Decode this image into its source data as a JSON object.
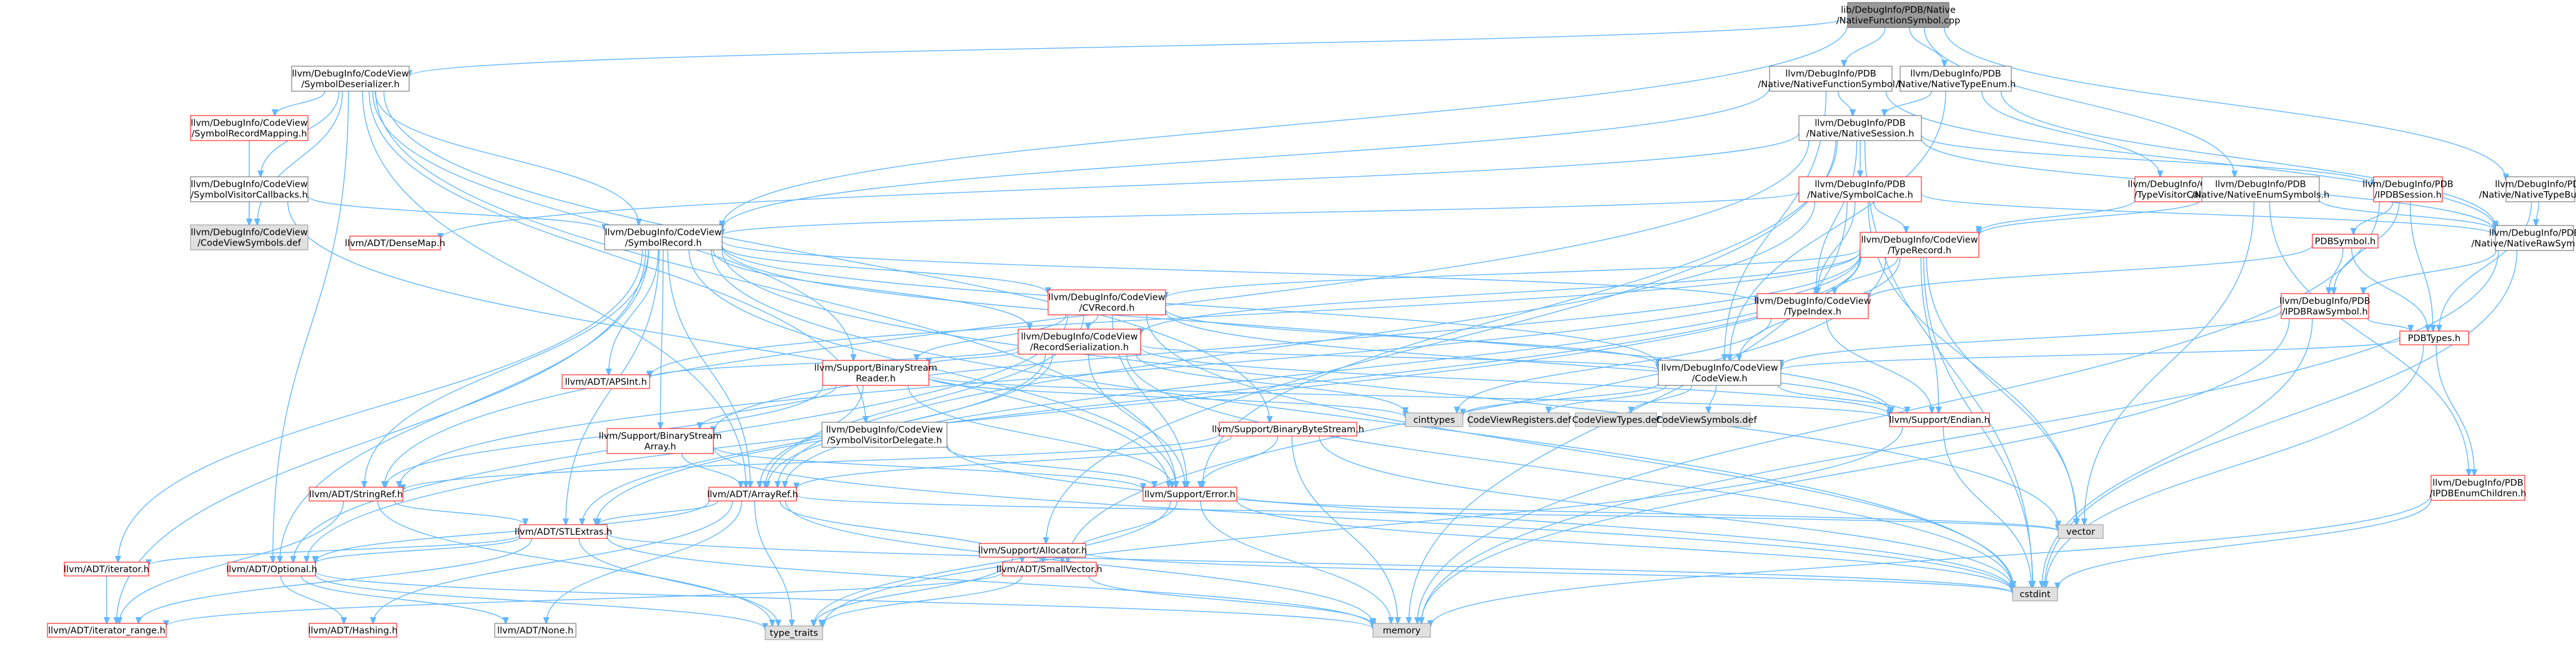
{
  "graph": {
    "root": "N0",
    "nodes": [
      {
        "id": "N0",
        "lines": [
          "lib/DebugInfo/PDB/Native",
          "/NativeFunctionSymbol.cpp"
        ],
        "style": "root"
      },
      {
        "id": "N1",
        "lines": [
          "llvm/DebugInfo/CodeView",
          "/SymbolDeserializer.h"
        ],
        "style": "normal"
      },
      {
        "id": "N2",
        "lines": [
          "llvm/DebugInfo/PDB",
          "/Native/NativeFunctionSymbol.h"
        ],
        "style": "normal"
      },
      {
        "id": "N3",
        "lines": [
          "llvm/DebugInfo/PDB",
          "/Native/NativeTypeEnum.h"
        ],
        "style": "normal"
      },
      {
        "id": "N4",
        "lines": [
          "llvm/DebugInfo/CodeView",
          "/SymbolRecordMapping.h"
        ],
        "style": "red"
      },
      {
        "id": "N5",
        "lines": [
          "llvm/DebugInfo/CodeView",
          "/SymbolVisitorCallbacks.h"
        ],
        "style": "normal"
      },
      {
        "id": "N6",
        "lines": [
          "llvm/DebugInfo/CodeView",
          "/CodeViewSymbols.def"
        ],
        "style": "grey"
      },
      {
        "id": "N7",
        "lines": [
          "llvm/DebugInfo/PDB",
          "/Native/NativeSession.h"
        ],
        "style": "normal"
      },
      {
        "id": "N8",
        "lines": [
          "llvm/DebugInfo/PDB",
          "/Native/SymbolCache.h"
        ],
        "style": "red"
      },
      {
        "id": "N9",
        "lines": [
          "llvm/DebugInfo/CodeView",
          "/TypeVisitorCallbacks.h"
        ],
        "style": "red"
      },
      {
        "id": "N10",
        "lines": [
          "llvm/DebugInfo/PDB",
          "/IPDBSession.h"
        ],
        "style": "red"
      },
      {
        "id": "N11",
        "lines": [
          "llvm/DebugInfo/PDB",
          "/Native/NativeEnumSymbols.h"
        ],
        "style": "normal"
      },
      {
        "id": "N12",
        "lines": [
          "llvm/DebugInfo/PDB",
          "/Native/NativeTypeBuiltin.h"
        ],
        "style": "normal"
      },
      {
        "id": "N13",
        "lines": [
          "llvm/DebugInfo/PDB",
          "/Native/NativeRawSymbol.h"
        ],
        "style": "normal"
      },
      {
        "id": "N14",
        "lines": [
          "llvm/ADT/DenseMap.h"
        ],
        "style": "red"
      },
      {
        "id": "N15",
        "lines": [
          "llvm/DebugInfo/CodeView",
          "/SymbolRecord.h"
        ],
        "style": "normal"
      },
      {
        "id": "N16",
        "lines": [
          "llvm/DebugInfo/CodeView",
          "/TypeRecord.h"
        ],
        "style": "red"
      },
      {
        "id": "N17",
        "lines": [
          "PDBSymbol.h"
        ],
        "style": "red"
      },
      {
        "id": "N18",
        "lines": [
          "llvm/DebugInfo/CodeView",
          "/CVRecord.h"
        ],
        "style": "red"
      },
      {
        "id": "N19",
        "lines": [
          "llvm/DebugInfo/CodeView",
          "/TypeIndex.h"
        ],
        "style": "red"
      },
      {
        "id": "N20",
        "lines": [
          "llvm/DebugInfo/PDB",
          "/IPDBRawSymbol.h"
        ],
        "style": "red"
      },
      {
        "id": "N21",
        "lines": [
          "llvm/DebugInfo/CodeView",
          "/RecordSerialization.h"
        ],
        "style": "red"
      },
      {
        "id": "N22",
        "lines": [
          "PDBTypes.h"
        ],
        "style": "red"
      },
      {
        "id": "N23",
        "lines": [
          "llvm/ADT/APSInt.h"
        ],
        "style": "red"
      },
      {
        "id": "N24",
        "lines": [
          "llvm/Support/BinaryStream",
          "Reader.h"
        ],
        "style": "red"
      },
      {
        "id": "N25",
        "lines": [
          "llvm/DebugInfo/CodeView",
          "/CodeView.h"
        ],
        "style": "normal"
      },
      {
        "id": "N26",
        "lines": [
          "cinttypes"
        ],
        "style": "grey"
      },
      {
        "id": "N27",
        "lines": [
          "CodeViewRegisters.def"
        ],
        "style": "grey"
      },
      {
        "id": "N28",
        "lines": [
          "CodeViewTypes.def"
        ],
        "style": "grey"
      },
      {
        "id": "N29",
        "lines": [
          "CodeViewSymbols.def"
        ],
        "style": "grey"
      },
      {
        "id": "N30",
        "lines": [
          "llvm/Support/Endian.h"
        ],
        "style": "red"
      },
      {
        "id": "N31",
        "lines": [
          "llvm/Support/BinaryStream",
          "Array.h"
        ],
        "style": "red"
      },
      {
        "id": "N32",
        "lines": [
          "llvm/DebugInfo/CodeView",
          "/SymbolVisitorDelegate.h"
        ],
        "style": "normal"
      },
      {
        "id": "N33",
        "lines": [
          "llvm/Support/BinaryByteStream.h"
        ],
        "style": "red"
      },
      {
        "id": "N34",
        "lines": [
          "llvm/DebugInfo/PDB",
          "/IPDBEnumChildren.h"
        ],
        "style": "red"
      },
      {
        "id": "N35",
        "lines": [
          "llvm/ADT/StringRef.h"
        ],
        "style": "red"
      },
      {
        "id": "N36",
        "lines": [
          "llvm/ADT/ArrayRef.h"
        ],
        "style": "red"
      },
      {
        "id": "N37",
        "lines": [
          "llvm/Support/Error.h"
        ],
        "style": "red"
      },
      {
        "id": "N38",
        "lines": [
          "vector"
        ],
        "style": "grey"
      },
      {
        "id": "N39",
        "lines": [
          "llvm/ADT/STLExtras.h"
        ],
        "style": "red"
      },
      {
        "id": "N40",
        "lines": [
          "llvm/Support/Allocator.h"
        ],
        "style": "red"
      },
      {
        "id": "N41",
        "lines": [
          "llvm/ADT/iterator.h"
        ],
        "style": "red"
      },
      {
        "id": "N42",
        "lines": [
          "llvm/ADT/Optional.h"
        ],
        "style": "red"
      },
      {
        "id": "N43",
        "lines": [
          "llvm/ADT/SmallVector.h"
        ],
        "style": "red"
      },
      {
        "id": "N44",
        "lines": [
          "cstdint"
        ],
        "style": "grey"
      },
      {
        "id": "N45",
        "lines": [
          "llvm/ADT/iterator_range.h"
        ],
        "style": "red"
      },
      {
        "id": "N46",
        "lines": [
          "llvm/ADT/Hashing.h"
        ],
        "style": "red"
      },
      {
        "id": "N47",
        "lines": [
          "llvm/ADT/None.h"
        ],
        "style": "normal"
      },
      {
        "id": "N48",
        "lines": [
          "type_traits"
        ],
        "style": "grey"
      },
      {
        "id": "N49",
        "lines": [
          "memory"
        ],
        "style": "grey"
      }
    ],
    "edges": [
      [
        "N0",
        "N1"
      ],
      [
        "N0",
        "N2"
      ],
      [
        "N0",
        "N3"
      ],
      [
        "N0",
        "N11"
      ],
      [
        "N0",
        "N12"
      ],
      [
        "N0",
        "N15"
      ],
      [
        "N1",
        "N4"
      ],
      [
        "N1",
        "N5"
      ],
      [
        "N1",
        "N6"
      ],
      [
        "N1",
        "N15"
      ],
      [
        "N1",
        "N33"
      ],
      [
        "N1",
        "N37"
      ],
      [
        "N1",
        "N36"
      ],
      [
        "N1",
        "N42"
      ],
      [
        "N1",
        "N24"
      ],
      [
        "N1",
        "N32"
      ],
      [
        "N4",
        "N6"
      ],
      [
        "N5",
        "N6"
      ],
      [
        "N5",
        "N15"
      ],
      [
        "N5",
        "N37"
      ],
      [
        "N2",
        "N7"
      ],
      [
        "N2",
        "N15"
      ],
      [
        "N2",
        "N25"
      ],
      [
        "N2",
        "N13"
      ],
      [
        "N3",
        "N7"
      ],
      [
        "N3",
        "N13"
      ],
      [
        "N3",
        "N25"
      ],
      [
        "N3",
        "N9"
      ],
      [
        "N7",
        "N8"
      ],
      [
        "N7",
        "N10"
      ],
      [
        "N7",
        "N13"
      ],
      [
        "N7",
        "N14"
      ],
      [
        "N7",
        "N37"
      ],
      [
        "N7",
        "N40"
      ],
      [
        "N7",
        "N35"
      ],
      [
        "N7",
        "N19"
      ],
      [
        "N7",
        "N44"
      ],
      [
        "N8",
        "N15"
      ],
      [
        "N8",
        "N16"
      ],
      [
        "N8",
        "N19"
      ],
      [
        "N8",
        "N13"
      ],
      [
        "N8",
        "N36"
      ],
      [
        "N8",
        "N38"
      ],
      [
        "N8",
        "N49"
      ],
      [
        "N9",
        "N16"
      ],
      [
        "N10",
        "N17"
      ],
      [
        "N10",
        "N22"
      ],
      [
        "N10",
        "N49"
      ],
      [
        "N10",
        "N20"
      ],
      [
        "N11",
        "N13"
      ],
      [
        "N11",
        "N16"
      ],
      [
        "N11",
        "N34"
      ],
      [
        "N11",
        "N38"
      ],
      [
        "N12",
        "N13"
      ],
      [
        "N12",
        "N22"
      ],
      [
        "N13",
        "N20"
      ],
      [
        "N13",
        "N44"
      ],
      [
        "N13",
        "N49"
      ],
      [
        "N15",
        "N18"
      ],
      [
        "N15",
        "N21"
      ],
      [
        "N15",
        "N19"
      ],
      [
        "N15",
        "N25"
      ],
      [
        "N15",
        "N23"
      ],
      [
        "N15",
        "N36"
      ],
      [
        "N15",
        "N35"
      ],
      [
        "N15",
        "N42"
      ],
      [
        "N15",
        "N41"
      ],
      [
        "N15",
        "N45"
      ],
      [
        "N15",
        "N30"
      ],
      [
        "N15",
        "N31"
      ],
      [
        "N15",
        "N44"
      ],
      [
        "N15",
        "N38"
      ],
      [
        "N15",
        "N39"
      ],
      [
        "N15",
        "N37"
      ],
      [
        "N16",
        "N18"
      ],
      [
        "N16",
        "N19"
      ],
      [
        "N16",
        "N21"
      ],
      [
        "N16",
        "N25"
      ],
      [
        "N16",
        "N23"
      ],
      [
        "N16",
        "N35"
      ],
      [
        "N16",
        "N36"
      ],
      [
        "N16",
        "N42"
      ],
      [
        "N16",
        "N30"
      ],
      [
        "N16",
        "N39"
      ],
      [
        "N16",
        "N38"
      ],
      [
        "N16",
        "N44"
      ],
      [
        "N16",
        "N31"
      ],
      [
        "N16",
        "N43"
      ],
      [
        "N17",
        "N20"
      ],
      [
        "N17",
        "N22"
      ],
      [
        "N17",
        "N19"
      ],
      [
        "N18",
        "N21"
      ],
      [
        "N18",
        "N24"
      ],
      [
        "N18",
        "N36"
      ],
      [
        "N18",
        "N42"
      ],
      [
        "N18",
        "N37"
      ],
      [
        "N18",
        "N30"
      ],
      [
        "N18",
        "N25"
      ],
      [
        "N18",
        "N44"
      ],
      [
        "N19",
        "N30"
      ],
      [
        "N19",
        "N26"
      ],
      [
        "N20",
        "N22"
      ],
      [
        "N20",
        "N25"
      ],
      [
        "N20",
        "N44"
      ],
      [
        "N20",
        "N49"
      ],
      [
        "N21",
        "N24"
      ],
      [
        "N21",
        "N23"
      ],
      [
        "N21",
        "N25"
      ],
      [
        "N21",
        "N36"
      ],
      [
        "N21",
        "N37"
      ],
      [
        "N21",
        "N30"
      ],
      [
        "N21",
        "N26"
      ],
      [
        "N21",
        "N39"
      ],
      [
        "N21",
        "N44"
      ],
      [
        "N22",
        "N25"
      ],
      [
        "N22",
        "N34"
      ],
      [
        "N22",
        "N44"
      ],
      [
        "N24",
        "N31"
      ],
      [
        "N24",
        "N36"
      ],
      [
        "N24",
        "N35"
      ],
      [
        "N24",
        "N37"
      ],
      [
        "N24",
        "N30"
      ],
      [
        "N24",
        "N26"
      ],
      [
        "N25",
        "N27"
      ],
      [
        "N25",
        "N28"
      ],
      [
        "N25",
        "N29"
      ],
      [
        "N25",
        "N30"
      ],
      [
        "N25",
        "N26"
      ],
      [
        "N30",
        "N44"
      ],
      [
        "N30",
        "N48"
      ],
      [
        "N31",
        "N36"
      ],
      [
        "N31",
        "N37"
      ],
      [
        "N31",
        "N44"
      ],
      [
        "N32",
        "N37"
      ],
      [
        "N32",
        "N44"
      ],
      [
        "N33",
        "N36"
      ],
      [
        "N33",
        "N35"
      ],
      [
        "N33",
        "N37"
      ],
      [
        "N33",
        "N44"
      ],
      [
        "N33",
        "N49"
      ],
      [
        "N34",
        "N44"
      ],
      [
        "N34",
        "N49"
      ],
      [
        "N35",
        "N39"
      ],
      [
        "N35",
        "N45"
      ],
      [
        "N35",
        "N48"
      ],
      [
        "N36",
        "N39"
      ],
      [
        "N36",
        "N42"
      ],
      [
        "N36",
        "N43"
      ],
      [
        "N36",
        "N47"
      ],
      [
        "N36",
        "N48"
      ],
      [
        "N36",
        "N38"
      ],
      [
        "N36",
        "N49"
      ],
      [
        "N36",
        "N46"
      ],
      [
        "N37",
        "N43"
      ],
      [
        "N37",
        "N48"
      ],
      [
        "N37",
        "N49"
      ],
      [
        "N37",
        "N44"
      ],
      [
        "N37",
        "N38"
      ],
      [
        "N39",
        "N41"
      ],
      [
        "N39",
        "N42"
      ],
      [
        "N39",
        "N45"
      ],
      [
        "N39",
        "N48"
      ],
      [
        "N39",
        "N49"
      ],
      [
        "N39",
        "N44"
      ],
      [
        "N40",
        "N43"
      ],
      [
        "N40",
        "N48"
      ],
      [
        "N40",
        "N44"
      ],
      [
        "N41",
        "N45"
      ],
      [
        "N42",
        "N46"
      ],
      [
        "N42",
        "N47"
      ],
      [
        "N42",
        "N48"
      ],
      [
        "N42",
        "N49"
      ],
      [
        "N43",
        "N45"
      ],
      [
        "N43",
        "N48"
      ],
      [
        "N43",
        "N49"
      ]
    ]
  },
  "colors": {
    "edge": "#63b8ff",
    "root_fill": "#999999",
    "grey_fill": "#e0e0e0",
    "normal_fill": "#ffffff",
    "normal_border": "#666666",
    "red_border": "#ff0000",
    "text": "#000000"
  }
}
